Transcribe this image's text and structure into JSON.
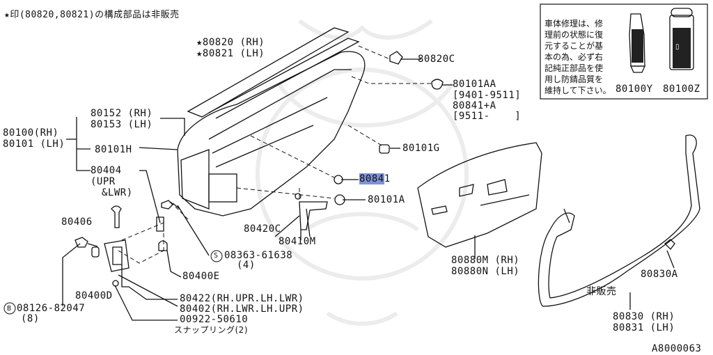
{
  "header_note": "★印(80820,80821)の構成部品は非販売",
  "labels": {
    "p80820_rh": "★80820 (RH)",
    "p80821_lh": "★80821 (LH)",
    "p80820c": "80820C",
    "p80101aa": "80101AA",
    "p80101aa_range": "[9401-9511]",
    "p80841a": "80841+A",
    "p80841a_range": "[9511-    ]",
    "p80152": "80152 (RH)",
    "p80153": "80153 (LH)",
    "p80100": "80100(RH)",
    "p80101": "80101 (LH)",
    "p80101h": "80101H",
    "p80101g": "80101G",
    "p80404": "80404",
    "p80404_sub1": "(UPR",
    "p80404_sub2": "&LWR)",
    "p80841_pre": "8084",
    "p80841_post": "1",
    "p80101a": "80101A",
    "p80406": "80406",
    "p80420c": "80420C",
    "p80410m": "80410M",
    "p08363": "08363-61638",
    "p08363_qty": "(4)",
    "p80400e": "80400E",
    "p80400d": "80400D",
    "p80422": "80422(RH.UPR.LH.LWR)",
    "p80402": "80402(RH.LWR.LH.UPR)",
    "p08126": "08126-82047",
    "p08126_qty": "(8)",
    "p00922": "00922-50610",
    "p00922_sub": "スナップリング(2)",
    "p80880m": "80880M (RH)",
    "p80880n": "80880N (LH)",
    "p80830a": "80830A",
    "p_nonsale": "非販売",
    "p80830": "80830 (RH)",
    "p80831": "80831 (LH)",
    "figure_code": "A8000063"
  },
  "circled": {
    "s_mark": "S",
    "b_mark": "B"
  },
  "repair_box": {
    "text_lines": [
      "車体修理は、修",
      "理前の状態に復",
      "元することが基",
      "本の為、必ず右",
      "記純正部品を使",
      "用し防錆品質を",
      "維持して下さい。"
    ],
    "part_left": "80100Y",
    "part_right": "80100Z"
  },
  "colors": {
    "highlight": "#7f93d6",
    "watermark": "#e6e6e6"
  }
}
